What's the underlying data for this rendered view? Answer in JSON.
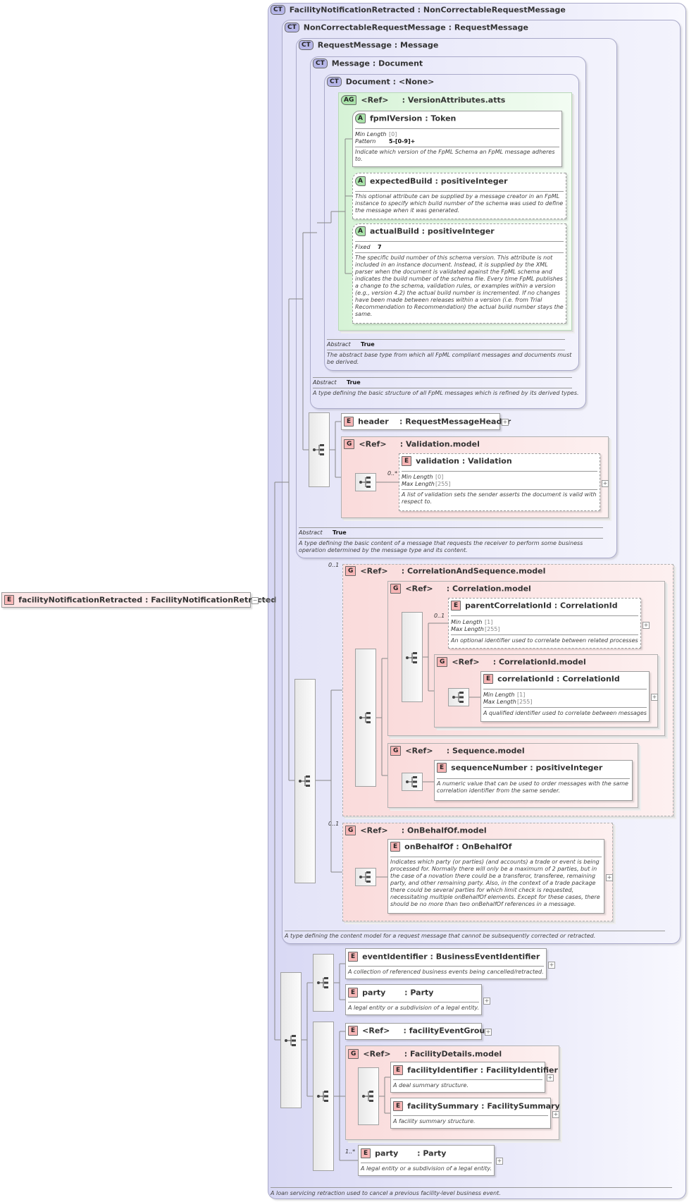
{
  "root": {
    "badge": "E",
    "name": "facilityNotificationRetracted",
    "type": "FacilityNotificationRetracted"
  },
  "ct_top": {
    "badge": "CT",
    "name": "FacilityNotificationRetracted",
    "type": "NonCorrectableRequestMessage",
    "doc": "A loan servicing retraction used to cancel a previous facility-level business event."
  },
  "ct_noncorr": {
    "badge": "CT",
    "name": "NonCorrectableRequestMessage",
    "type": "RequestMessage",
    "doc": "A type defining the content model for a request message that cannot be subsequently corrected or retracted."
  },
  "ct_request": {
    "badge": "CT",
    "name": "RequestMessage",
    "type": "Message",
    "abstract_label": "Abstract",
    "abstract_value": "True",
    "doc": "A type defining the basic content of a message that requests the receiver to perform some business operation determined by the message type and its content."
  },
  "ct_message": {
    "badge": "CT",
    "name": "Message",
    "type": "Document",
    "abstract_label": "Abstract",
    "abstract_value": "True",
    "doc": "A type defining the basic structure of all FpML messages which is refined by its derived types."
  },
  "ct_document": {
    "badge": "CT",
    "name": "Document",
    "type": "<None>",
    "abstract_label": "Abstract",
    "abstract_value": "True",
    "doc": "The abstract base type from which all FpML compliant messages and documents must be derived."
  },
  "ag_version": {
    "badge": "AG",
    "name": "<Ref>",
    "type": "VersionAttributes.atts"
  },
  "attr_fpml": {
    "badge": "A",
    "name": "fpmlVersion",
    "type": "Token",
    "minlen_label": "Min Length",
    "minlen": "[0]",
    "pattern_label": "Pattern",
    "pattern": "5-[0-9]+",
    "doc": "Indicate which version of the FpML Schema an FpML message adheres to."
  },
  "attr_expected": {
    "badge": "A",
    "name": "expectedBuild",
    "type": "positiveInteger",
    "doc": "This optional attribute can be supplied by a message creator in an FpML instance to specify which build number of the schema was used to define the message when it was generated."
  },
  "attr_actual": {
    "badge": "A",
    "name": "actualBuild",
    "type": "positiveInteger",
    "fixed_label": "Fixed",
    "fixed": "7",
    "doc": "The specific build number of this schema version. This attribute is not included in an instance document. Instead, it is supplied by the XML parser when the document is validated against the FpML schema and indicates the build number of the schema file. Every time FpML publishes a change to the schema, validation rules, or examples within a version (e.g., version 4.2) the actual build number is incremented. If no changes have been made between releases within a version (i.e. from Trial Recommendation to Recommendation) the actual build number stays the same."
  },
  "el_header": {
    "badge": "E",
    "name": "header",
    "type": "RequestMessageHeader"
  },
  "g_validation": {
    "badge": "G",
    "name": "<Ref>",
    "type": "Validation.model"
  },
  "el_validation": {
    "badge": "E",
    "name": "validation",
    "type": "Validation",
    "card": "0..*",
    "minlen_label": "Min Length",
    "minlen": "[0]",
    "maxlen_label": "Max Length",
    "maxlen": "[255]",
    "doc": "A list of validation sets the sender asserts the document is valid with respect to."
  },
  "g_corrseq": {
    "badge": "G",
    "name": "<Ref>",
    "type": "CorrelationAndSequence.model",
    "card": "0..1"
  },
  "g_corr": {
    "badge": "G",
    "name": "<Ref>",
    "type": "Correlation.model"
  },
  "el_parentcorr": {
    "badge": "E",
    "name": "parentCorrelationId",
    "type": "CorrelationId",
    "card": "0..1",
    "minlen_label": "Min Length",
    "minlen": "[1]",
    "maxlen_label": "Max Length",
    "maxlen": "[255]",
    "doc": "An optional identifier used to correlate between related processes"
  },
  "g_corrid": {
    "badge": "G",
    "name": "<Ref>",
    "type": "CorrelationId.model"
  },
  "el_corrid": {
    "badge": "E",
    "name": "correlationId",
    "type": "CorrelationId",
    "minlen_label": "Min Length",
    "minlen": "[1]",
    "maxlen_label": "Max Length",
    "maxlen": "[255]",
    "doc": "A qualified identifier used to correlate between messages"
  },
  "g_seq": {
    "badge": "G",
    "name": "<Ref>",
    "type": "Sequence.model"
  },
  "el_seqnum": {
    "badge": "E",
    "name": "sequenceNumber",
    "type": "positiveInteger",
    "doc": "A numeric value that can be used to order messages with the same correlation identifier from the same sender."
  },
  "g_behalf": {
    "badge": "G",
    "name": "<Ref>",
    "type": "OnBehalfOf.model",
    "card": "0..1"
  },
  "el_behalf": {
    "badge": "E",
    "name": "onBehalfOf",
    "type": "OnBehalfOf",
    "doc": "Indicates which party (or parties) (and accounts) a trade or event is being processed for. Normally there will only be a maximum of 2 parties, but in the case of a novation there could be a transferor, transferee, remaining party, and other remaining party. Also, in the context of a trade package there could be several parties for which limit check is requested, necessitating multiple onBehalfOf elements. Except for these cases, there should be no more than two onBehalfOf references in a message."
  },
  "el_eventid": {
    "badge": "E",
    "name": "eventIdentifier",
    "type": "BusinessEventIdentifier",
    "doc": "A collection of referenced business events being cancelled/retracted."
  },
  "el_party1": {
    "badge": "E",
    "name": "party",
    "type": "Party",
    "doc": "A legal entity or a subdivision of a legal entity."
  },
  "el_facevtgrp": {
    "badge": "E",
    "name": "<Ref>",
    "type": "facilityEventGroup"
  },
  "g_facdetails": {
    "badge": "G",
    "name": "<Ref>",
    "type": "FacilityDetails.model"
  },
  "el_facid": {
    "badge": "E",
    "name": "facilityIdentifier",
    "type": "FacilityIdentifier",
    "doc": "A deal summary structure."
  },
  "el_facsum": {
    "badge": "E",
    "name": "facilitySummary",
    "type": "FacilitySummary",
    "doc": "A facility summary structure."
  },
  "el_party2": {
    "badge": "E",
    "name": "party",
    "type": "Party",
    "card": "1..*",
    "doc": "A legal entity or a subdivision of a legal entity."
  },
  "colon": ":"
}
